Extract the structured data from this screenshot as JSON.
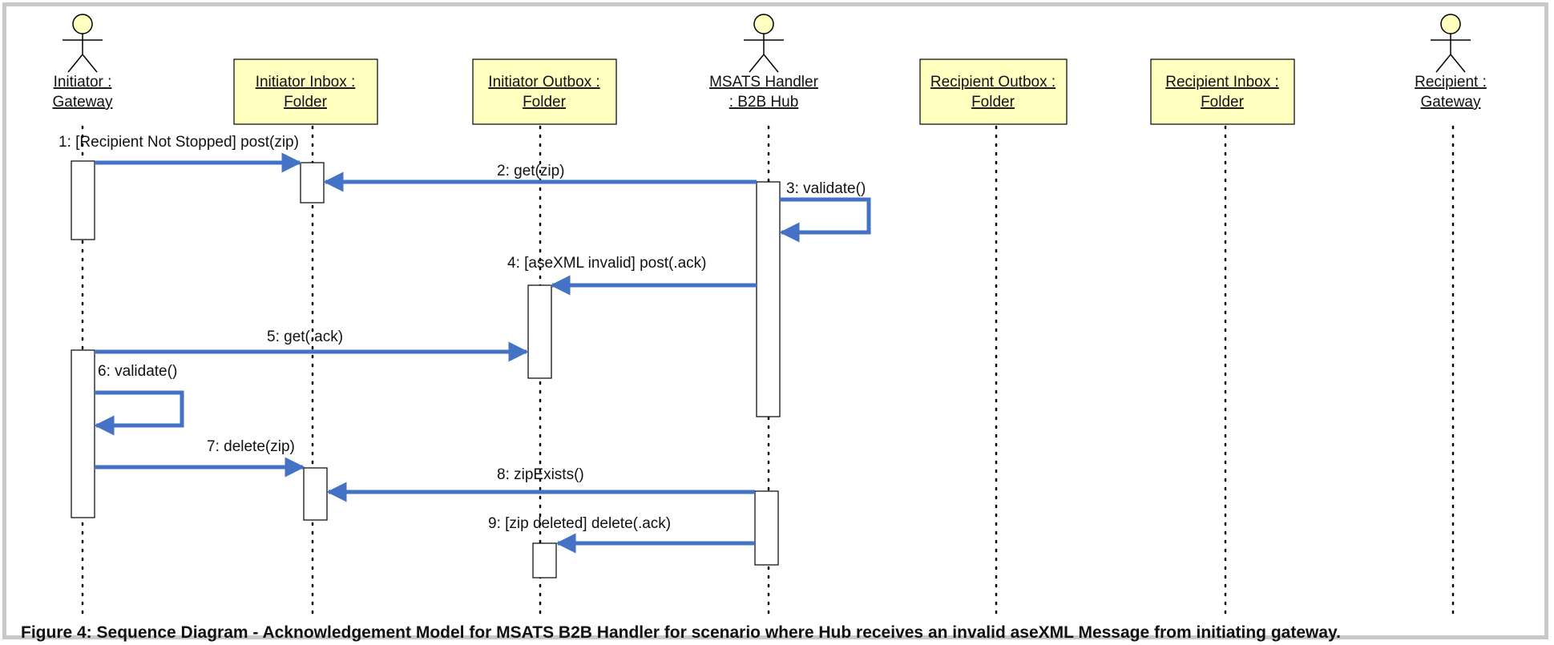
{
  "colors": {
    "arrow": "#4472C4",
    "object_fill": "#FFFFC0",
    "actor_head": "#FFFFC0",
    "frame_border": "#C8C8C8"
  },
  "participants": [
    {
      "id": "initiator",
      "kind": "actor",
      "line1": "Initiator :",
      "line2": "Gateway"
    },
    {
      "id": "init-inbox",
      "kind": "object",
      "line1": "Initiator Inbox :",
      "line2": "Folder"
    },
    {
      "id": "init-outbox",
      "kind": "object",
      "line1": "Initiator Outbox :",
      "line2": "Folder"
    },
    {
      "id": "msats",
      "kind": "actor",
      "line1": "MSATS Handler",
      "line2": ": B2B Hub"
    },
    {
      "id": "rec-outbox",
      "kind": "object",
      "line1": "Recipient Outbox :",
      "line2": "Folder"
    },
    {
      "id": "rec-inbox",
      "kind": "object",
      "line1": "Recipient Inbox :",
      "line2": "Folder"
    },
    {
      "id": "recipient",
      "kind": "actor",
      "line1": "Recipient :",
      "line2": "Gateway"
    }
  ],
  "messages": [
    {
      "n": 1,
      "label": "1: [Recipient Not Stopped] post(zip)",
      "from": "initiator",
      "to": "init-inbox"
    },
    {
      "n": 2,
      "label": "2: get(zip)",
      "from": "msats",
      "to": "init-inbox"
    },
    {
      "n": 3,
      "label": "3: validate()",
      "from": "msats",
      "to": "msats"
    },
    {
      "n": 4,
      "label": "4: [aseXML invalid] post(.ack)",
      "from": "msats",
      "to": "init-outbox"
    },
    {
      "n": 5,
      "label": "5: get(.ack)",
      "from": "initiator",
      "to": "init-outbox"
    },
    {
      "n": 6,
      "label": "6: validate()",
      "from": "initiator",
      "to": "initiator"
    },
    {
      "n": 7,
      "label": "7: delete(zip)",
      "from": "initiator",
      "to": "init-inbox"
    },
    {
      "n": 8,
      "label": "8: zipExists()",
      "from": "msats",
      "to": "init-inbox"
    },
    {
      "n": 9,
      "label": "9: [zip deleted] delete(.ack)",
      "from": "msats",
      "to": "init-outbox"
    }
  ],
  "caption": "Figure 4: Sequence Diagram - Acknowledgement Model for MSATS B2B Handler for scenario where Hub receives an invalid aseXML Message from initiating gateway."
}
